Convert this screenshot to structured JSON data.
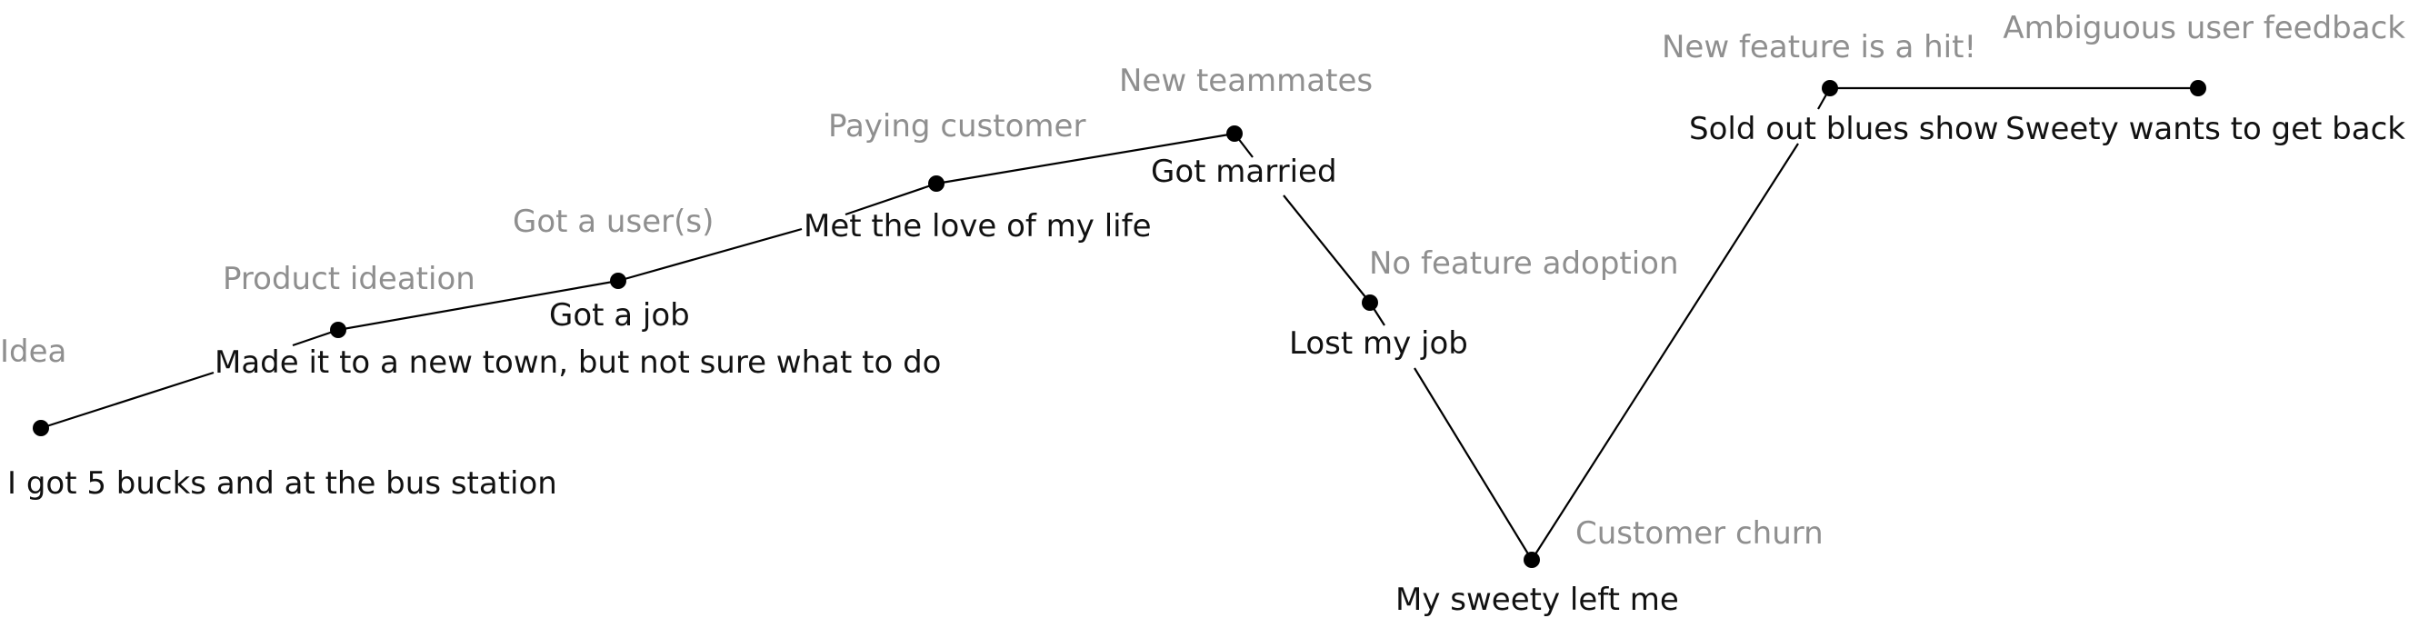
{
  "colors": {
    "line": "#000000",
    "node": "#000000",
    "story_text": "#111111",
    "startup_text": "#8f8f8f"
  },
  "stages": [
    {
      "id": "s1",
      "story": "I got 5 bucks and at the bus station",
      "startup": "Idea"
    },
    {
      "id": "s2",
      "story": "Made it to a new town, but not sure what to do",
      "startup": "Product ideation"
    },
    {
      "id": "s3",
      "story": "Got a job",
      "startup": "Got a user(s)"
    },
    {
      "id": "s4",
      "story": "Met the love of my life",
      "startup": "Paying customer"
    },
    {
      "id": "s5",
      "story": "Got married",
      "startup": "New teammates"
    },
    {
      "id": "s6",
      "story": "Lost my job",
      "startup": "No feature adoption"
    },
    {
      "id": "s7",
      "story": "My sweety left me",
      "startup": "Customer churn"
    },
    {
      "id": "s8",
      "story": "Sold out blues show",
      "startup": "New feature is a hit!"
    },
    {
      "id": "s9",
      "story": "Sweety wants to get back",
      "startup": "Ambiguous user feedback"
    }
  ]
}
